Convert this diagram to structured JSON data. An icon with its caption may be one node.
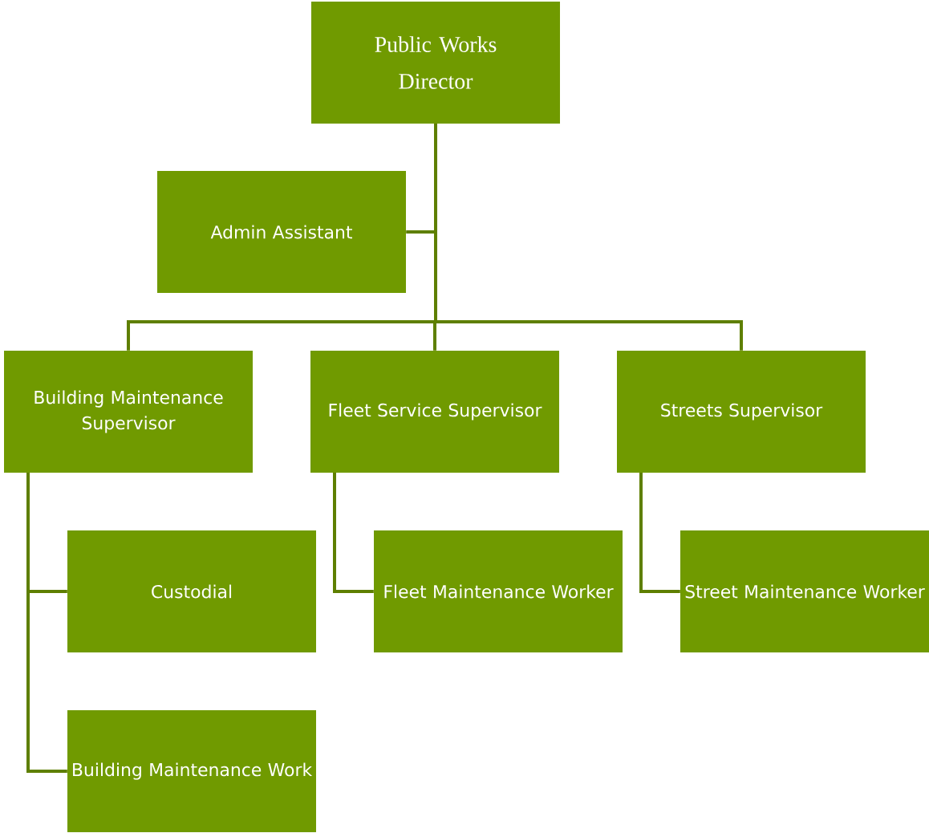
{
  "diagram": {
    "nodes": [
      {
        "text": [
          "Public Works Director"
        ]
      },
      {
        "text": [
          "Admin Assistant"
        ]
      },
      {
        "text": [
          "Building Maintenance Supervisor"
        ]
      },
      {
        "text": [
          "Fleet Service Supervisor"
        ]
      },
      {
        "text": [
          "Streets Supervisor"
        ]
      },
      {
        "text": [
          "Custodial"
        ]
      },
      {
        "text": [
          "Building Maintenance Work"
        ]
      },
      {
        "text": [
          "Fleet Maintenance Worker"
        ]
      },
      {
        "text": [
          "Street Maintenance Worker"
        ]
      }
    ],
    "edges": [
      {
        "from": 0,
        "to": 1,
        "arrow": "none"
      },
      {
        "from": 0,
        "to": 2,
        "arrow": "none"
      },
      {
        "from": 0,
        "to": 3,
        "arrow": "none"
      },
      {
        "from": 0,
        "to": 4,
        "arrow": "none"
      },
      {
        "from": 2,
        "to": 5,
        "arrow": "none"
      },
      {
        "from": 2,
        "to": 6,
        "arrow": "none"
      },
      {
        "from": 3,
        "to": 7,
        "arrow": "none"
      },
      {
        "from": 4,
        "to": 8,
        "arrow": "none"
      }
    ]
  }
}
